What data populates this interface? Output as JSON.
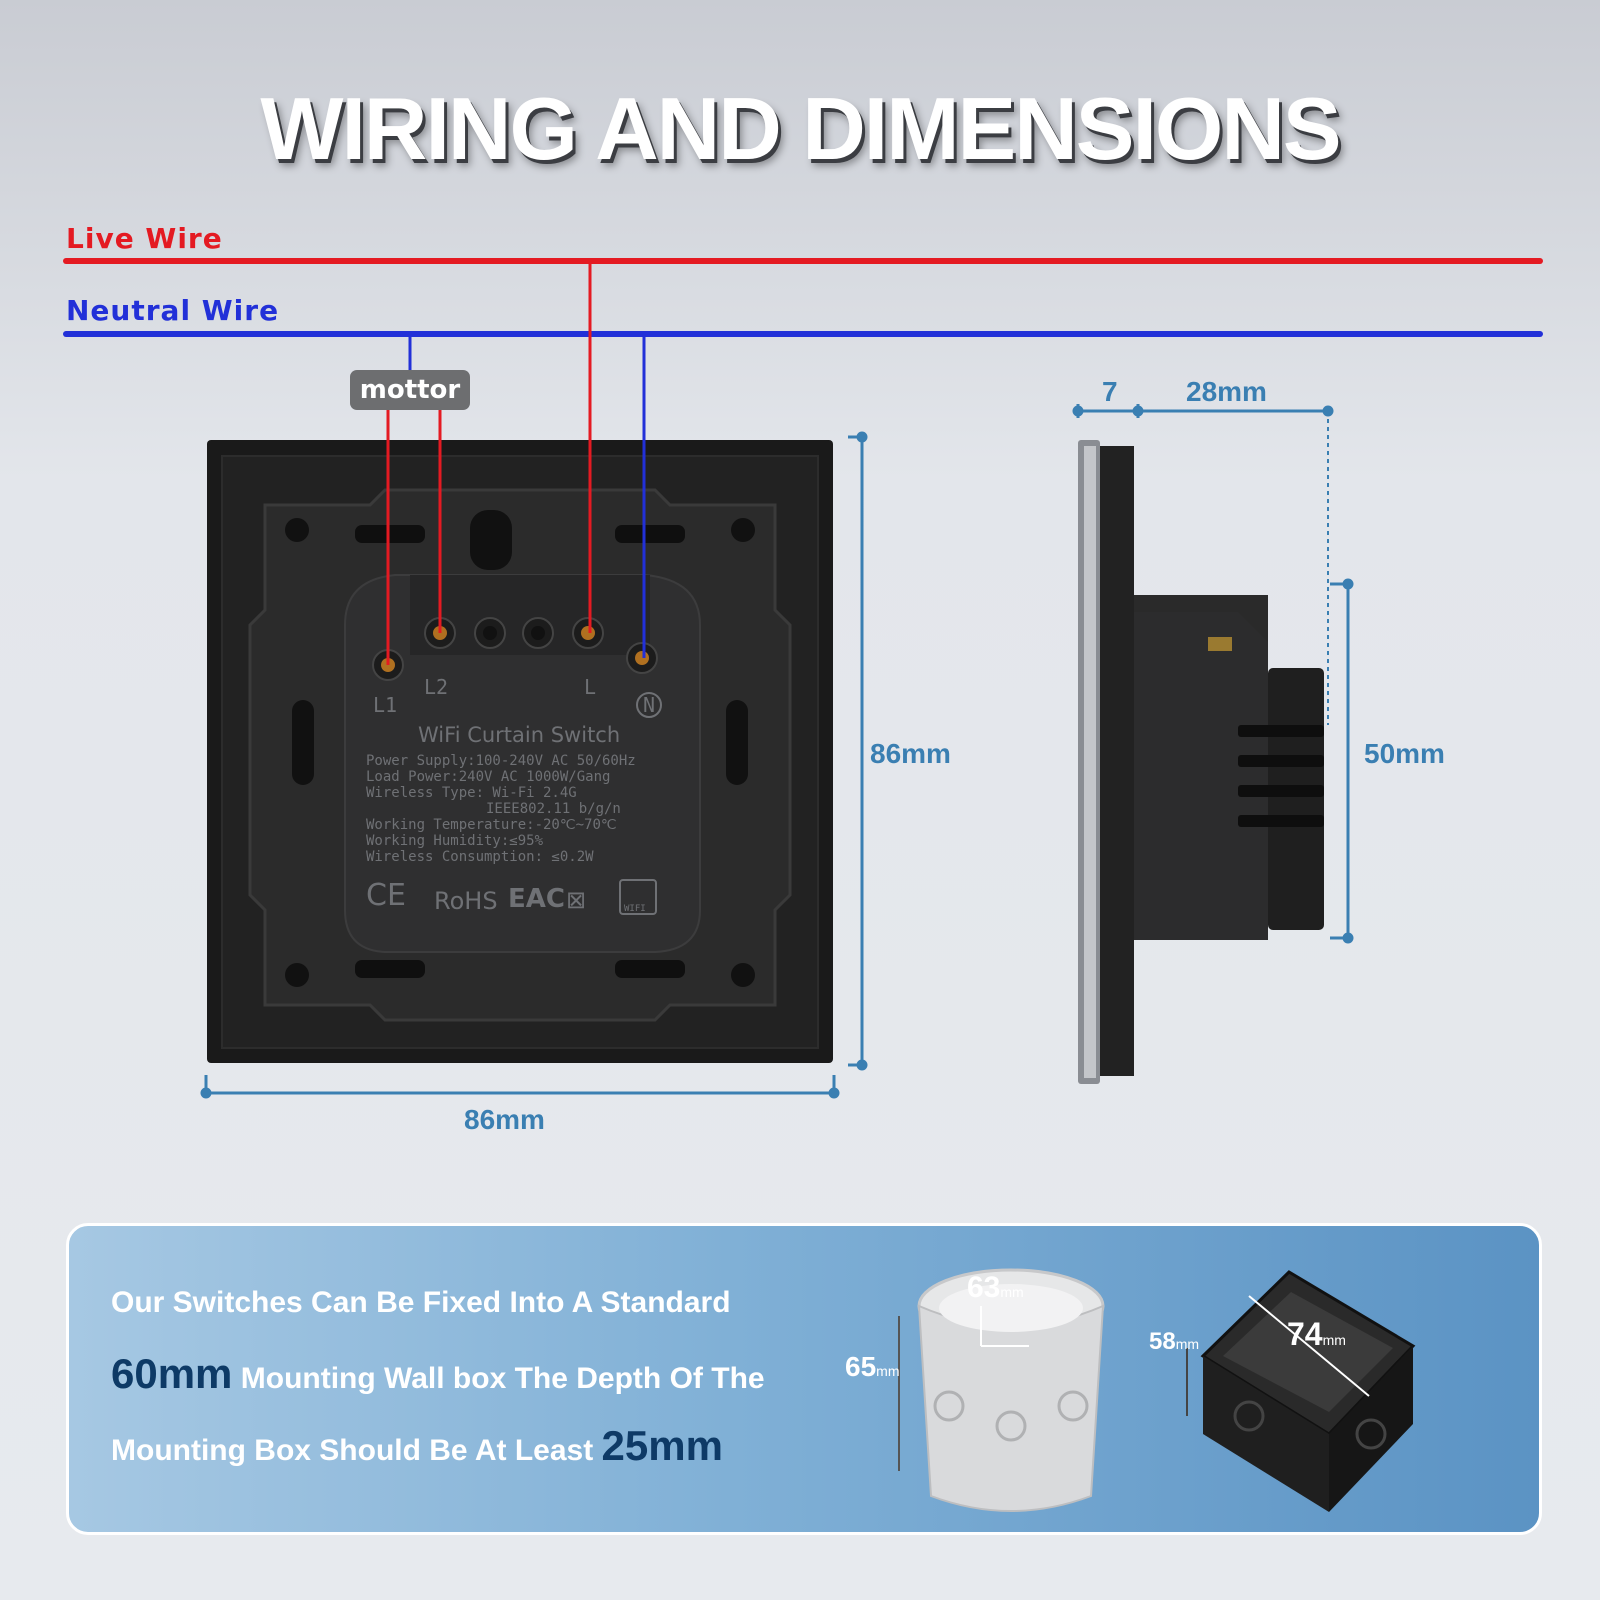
{
  "title": "WIRING AND DIMENSIONS",
  "wires": {
    "live_label": "Live Wire",
    "neutral_label": "Neutral Wire",
    "motor_label": "mottor",
    "live_color": "#e41a22",
    "neutral_color": "#2230d8"
  },
  "terminals": {
    "l1": "L1",
    "l2": "L2",
    "l": "L",
    "n": "N"
  },
  "label_sheet": {
    "product": "WiFi Curtain Switch",
    "lines": [
      "Power Supply:100-240V AC 50/60Hz",
      "Load Power:240V AC 1000W/Gang",
      "Wireless Type: Wi-Fi 2.4G",
      "IEEE802.11 b/g/n",
      "Working Temperature:-20℃~70℃",
      "Working Humidity:≤95%",
      "Wireless Consumption: ≤0.2W"
    ],
    "marks": [
      "CE",
      "RoHS",
      "EAC",
      "WIFI"
    ]
  },
  "dimensions": {
    "front_height": "86mm",
    "front_width": "86mm",
    "side_plate": "7",
    "side_depth": "28mm",
    "side_body": "50mm"
  },
  "info": {
    "line1": "Our Switches Can Be Fixed Into A Standard",
    "line2_big": "60mm",
    "line2_rest": "Mounting Wall box The Depth Of The",
    "line3_rest": "Mounting Box Should Be At Least",
    "line3_big": "25mm"
  },
  "boxes": {
    "round": {
      "diameter": "63",
      "height": "65",
      "unit": "mm"
    },
    "square": {
      "width": "74",
      "height": "58",
      "unit": "mm"
    }
  }
}
